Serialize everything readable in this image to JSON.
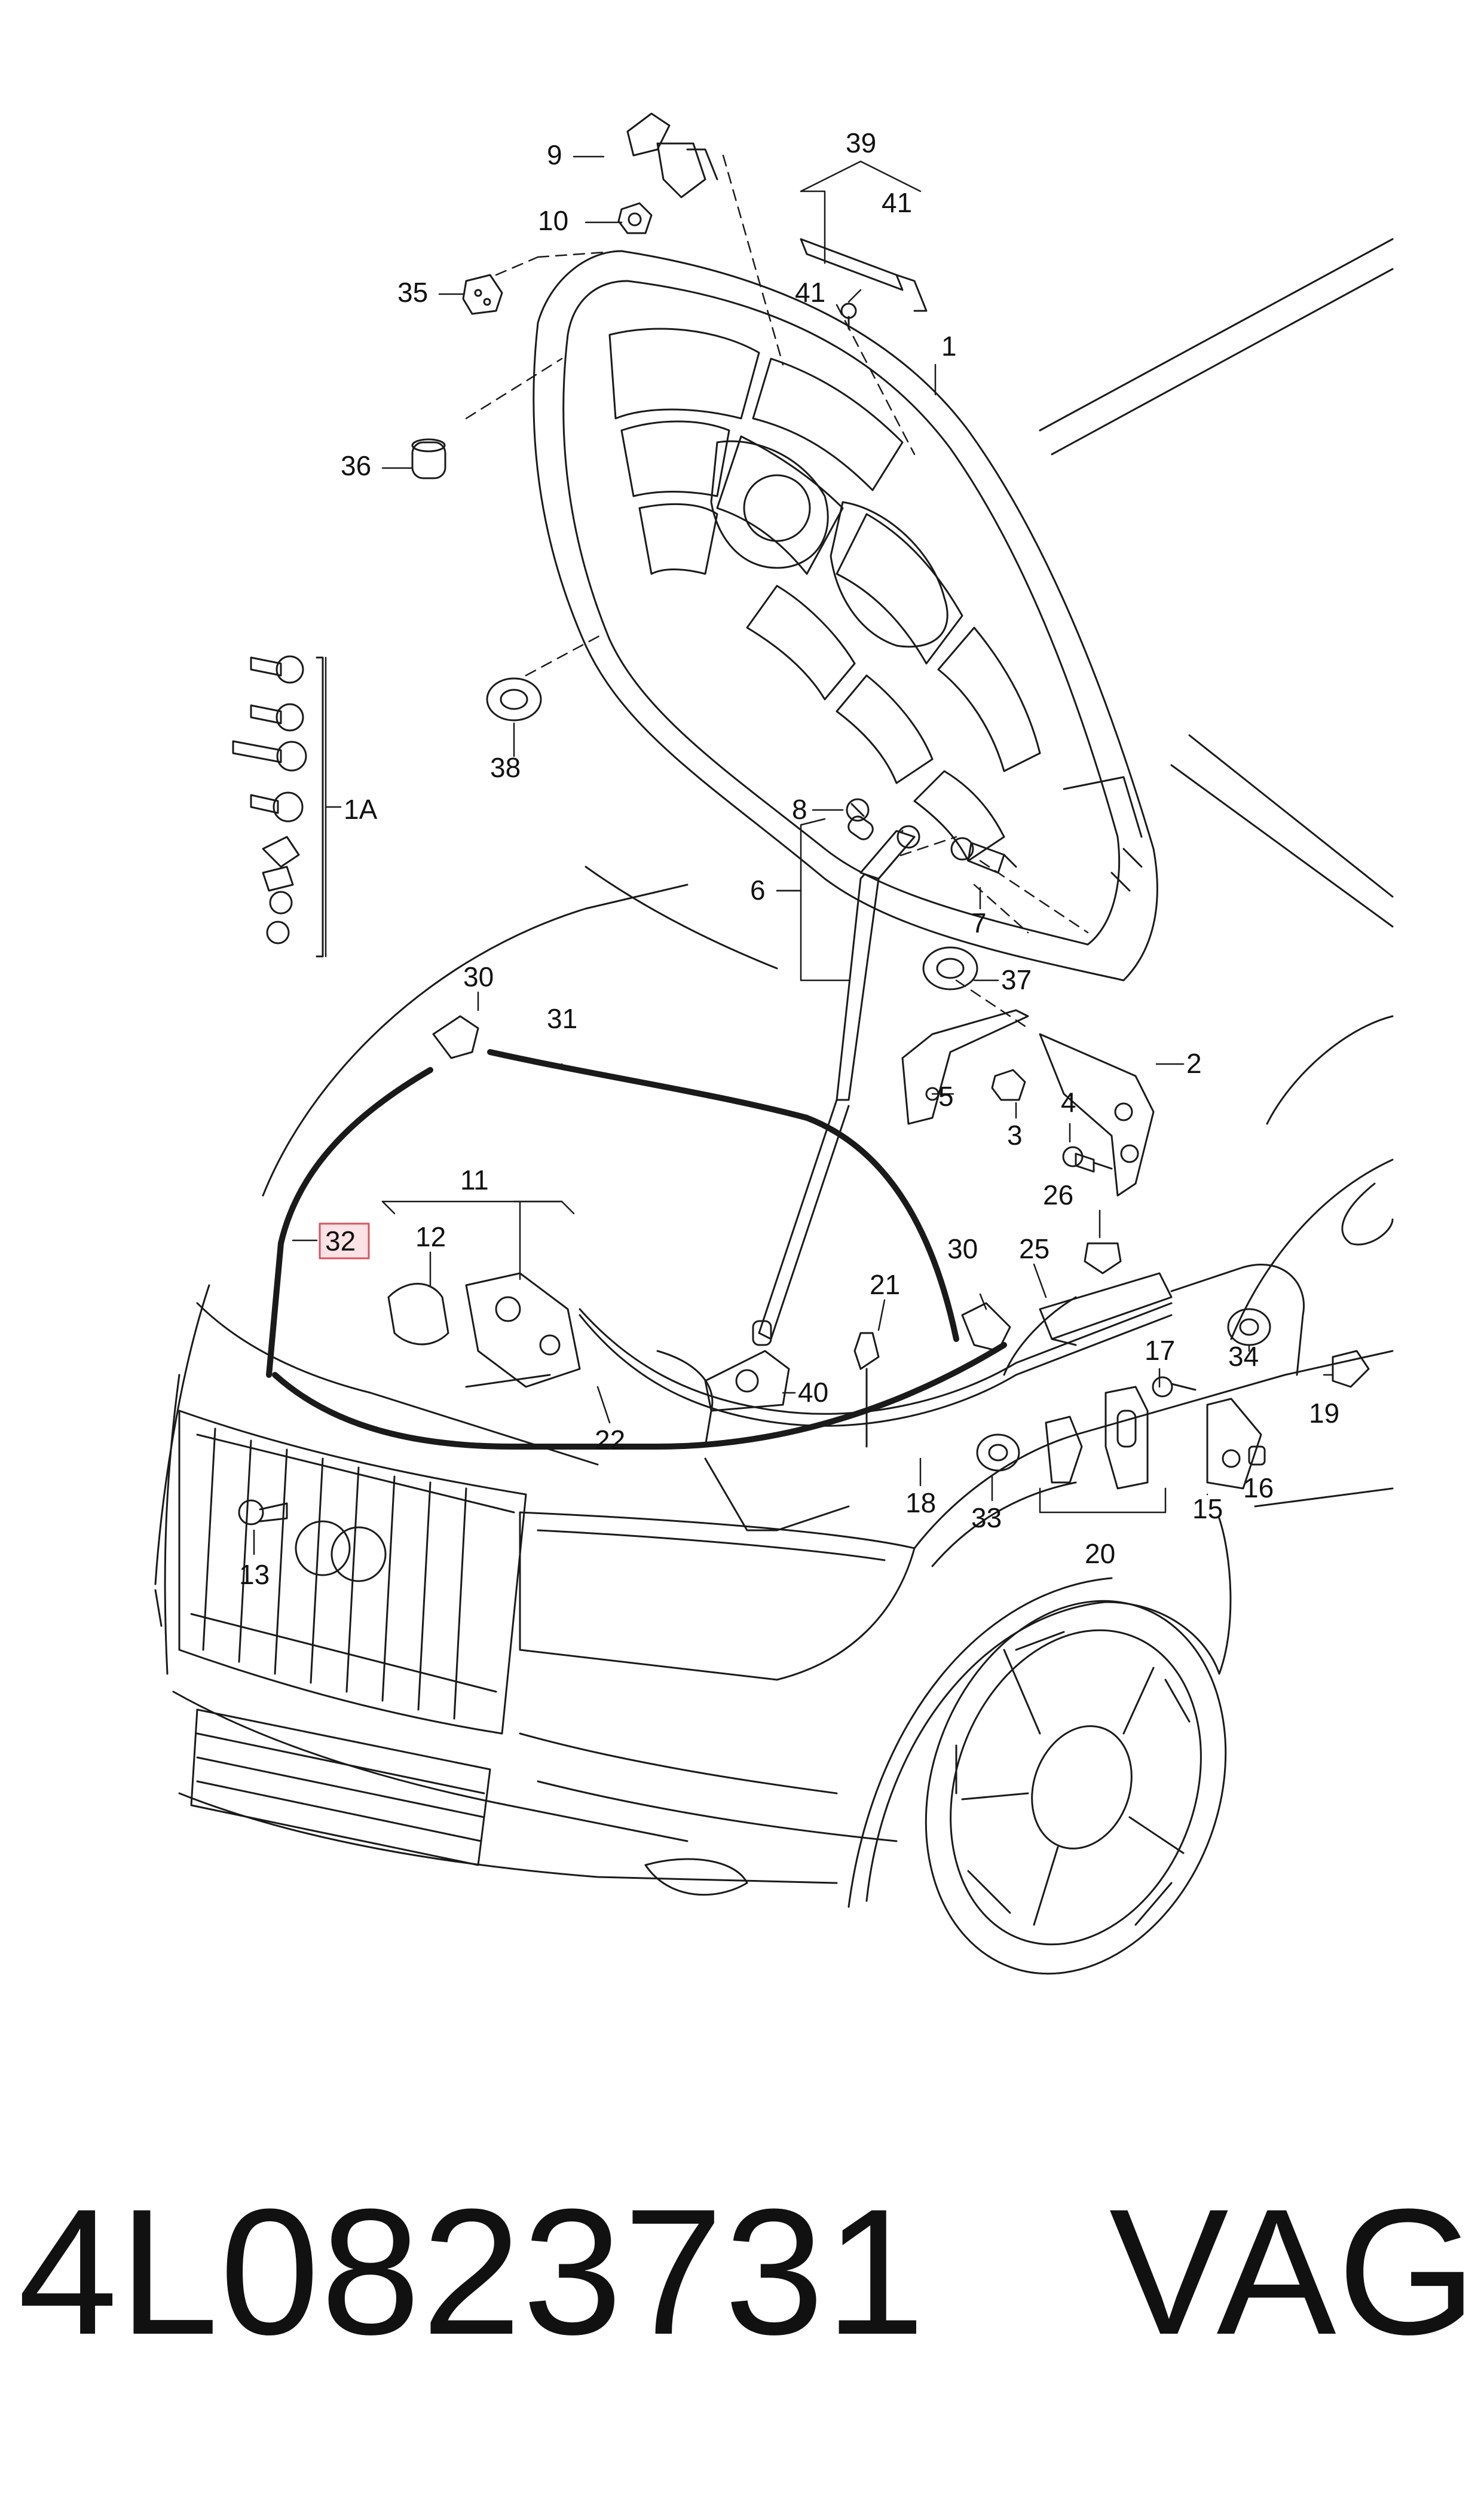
{
  "callouts": {
    "c1": "1",
    "c1A": "1A",
    "c2": "2",
    "c3": "3",
    "c4": "4",
    "c5": "5",
    "c6": "6",
    "c7": "7",
    "c8": "8",
    "c9": "9",
    "c10": "10",
    "c11": "11",
    "c12": "12",
    "c13": "13",
    "c15": "15",
    "c16": "16",
    "c17": "17",
    "c18": "18",
    "c19": "19",
    "c20": "20",
    "c21": "21",
    "c22": "22",
    "c25": "25",
    "c26": "26",
    "c30a": "30",
    "c30b": "30",
    "c31": "31",
    "c32": "32",
    "c33": "33",
    "c34": "34",
    "c35": "35",
    "c36": "36",
    "c37": "37",
    "c38": "38",
    "c39": "39",
    "c40": "40",
    "c41a": "41",
    "c41b": "41"
  },
  "highlight": {
    "part": "32",
    "fill": "#fde3e6",
    "stroke": "#d9535f"
  },
  "footer": {
    "part_number": "4L0823731",
    "brand": "VAG"
  }
}
